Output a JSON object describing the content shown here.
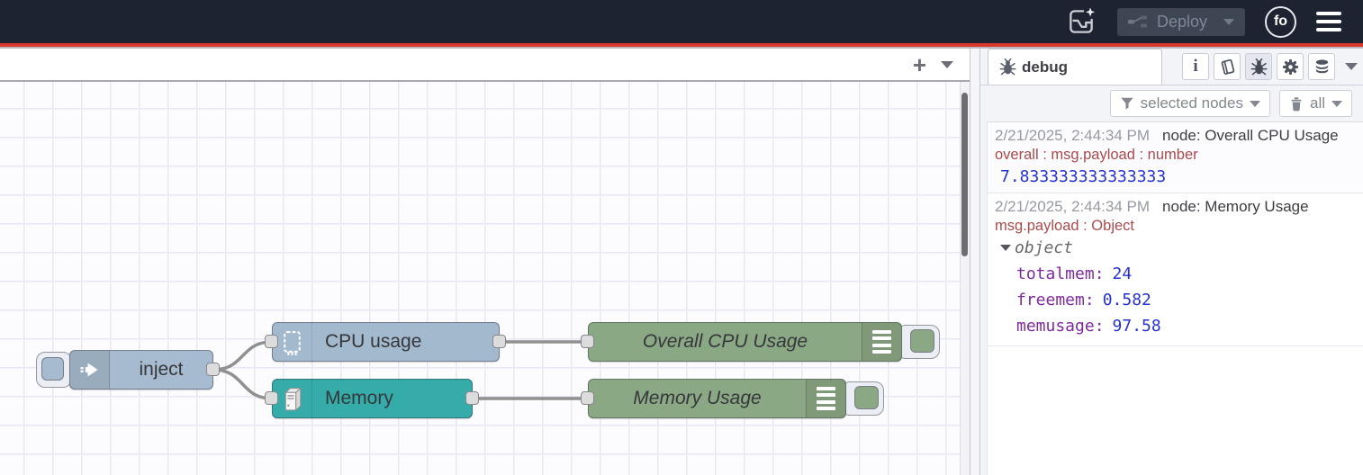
{
  "header": {
    "deploy": {
      "label": "Deploy"
    },
    "user": {
      "initials": "fo"
    }
  },
  "workspace": {
    "add_flow_label": "+"
  },
  "flow": {
    "nodes": {
      "inject": {
        "label": "inject",
        "color": "#a6bbcf"
      },
      "cpu": {
        "label": "CPU usage",
        "color": "#a3b9cd"
      },
      "memory": {
        "label": "Memory",
        "color": "#35aca9"
      },
      "overall": {
        "label": "Overall CPU Usage",
        "color": "#8ba884"
      },
      "memusage": {
        "label": "Memory Usage",
        "color": "#8ba884"
      }
    }
  },
  "sidebar": {
    "tab_label": "debug",
    "filter_label": "selected nodes",
    "clear_label": "all",
    "messages": [
      {
        "timestamp": "2/21/2025, 2:44:34 PM",
        "node_label": "node: Overall CPU Usage",
        "property": "overall : msg.payload : number",
        "value": "7.833333333333333"
      },
      {
        "timestamp": "2/21/2025, 2:44:34 PM",
        "node_label": "node: Memory Usage",
        "property": "msg.payload : Object",
        "object_label": "object",
        "fields": [
          {
            "key": "totalmem:",
            "value": "24"
          },
          {
            "key": "freemem:",
            "value": "0.582"
          },
          {
            "key": "memusage:",
            "value": "97.58"
          }
        ]
      }
    ]
  },
  "colors": {
    "header_bg": "#1d2330",
    "alert_line": "#d8382e",
    "node_inject": "#a6bbcf",
    "node_cpu": "#a3b9cd",
    "node_memory": "#35aca9",
    "node_debug": "#8ba884",
    "debug_property": "#a94a4c",
    "debug_key": "#7e2a9e",
    "debug_value": "#2531d2"
  }
}
